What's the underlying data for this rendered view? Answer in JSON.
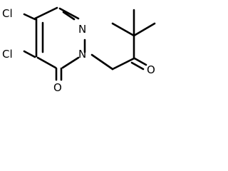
{
  "structure": {
    "atoms": {
      "cl_top": "Cl",
      "cl_bottom": "Cl",
      "n_ring_top": "N",
      "n_ring_bottom": "N",
      "o_carbonyl_ring": "O",
      "o_ketone": "O"
    }
  }
}
